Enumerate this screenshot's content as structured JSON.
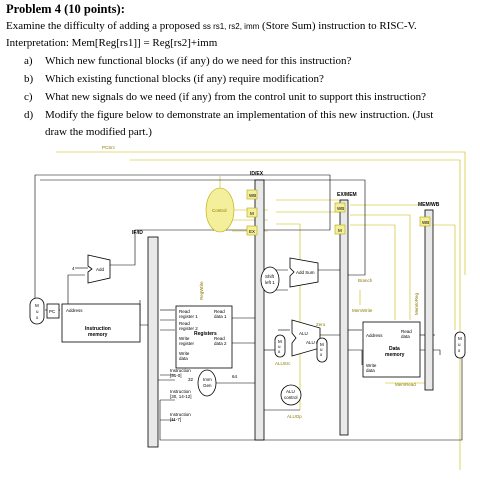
{
  "problem": {
    "title": "Problem 4 (10 points):",
    "intro_pre": "Examine the difficulty of adding a proposed",
    "intro_code": "ss rs1, rs2, imm",
    "intro_post": "(Store Sum) instruction to RISC-V.",
    "interpretation": "Interpretation: Mem[Reg[rs1]] = Reg[rs2]+imm",
    "questions": [
      {
        "marker": "a)",
        "text": "Which new functional blocks (if any) do we need for this instruction?"
      },
      {
        "marker": "b)",
        "text": "Which existing functional blocks (if any) require modification?"
      },
      {
        "marker": "c)",
        "text": "What new signals do we need (if any) from the control unit to support this instruction?"
      },
      {
        "marker": "d)",
        "text": "Modify the figure below to demonstrate an implementation of this new instruction. (Just"
      }
    ],
    "question_d_cont": "draw the modified part.)"
  },
  "diagram": {
    "pipeline_labels": {
      "if_id": "IF/ID",
      "id_ex": "ID/EX",
      "ex_mem": "EX/MEM",
      "mem_wb": "MEM/WB"
    },
    "signal_labels": {
      "pcsrc": "PCSrc",
      "control": "Control",
      "wb": "WB",
      "m": "M",
      "ex": "EX",
      "branch": "Branch",
      "memwrite": "MemWrite",
      "memread": "MemRead",
      "memtoreg": "MemtoReg",
      "regwrite": "RegWrite",
      "alusrc": "ALUSrc",
      "aluop": "ALUOp",
      "zero": "Zero"
    },
    "blocks": {
      "pc": "PC",
      "add": "Add",
      "four": "4",
      "address": "Address",
      "instruction_memory": [
        "Instruction",
        "memory"
      ],
      "read_register_1": [
        "Read",
        "register 1"
      ],
      "read_register_2": [
        "Read",
        "register 2"
      ],
      "write_register": [
        "Write",
        "register"
      ],
      "write_data": [
        "Write",
        "data"
      ],
      "read_data_1": [
        "Read",
        "data 1"
      ],
      "read_data_2": [
        "Read",
        "data 2"
      ],
      "registers": "Registers",
      "imm_gen": [
        "Imm",
        "Gen"
      ],
      "shift_left_1": [
        "Shift",
        "left 1"
      ],
      "add_sum": "Add Sum",
      "alu": "ALU",
      "alu_result": "ALU result",
      "alu_control": [
        "ALU",
        "control"
      ],
      "data_memory": [
        "Data",
        "memory"
      ],
      "dm_address": "Address",
      "dm_read_data": [
        "Read",
        "data"
      ],
      "dm_write_data": [
        "Write",
        "data"
      ],
      "mux": [
        "M",
        "u",
        "x"
      ],
      "instr_field_1": [
        "Instruction",
        "[31-0]"
      ],
      "instr_field_2": [
        "Instruction",
        "[30, 14-12]"
      ],
      "instr_field_3": [
        "Instruction",
        "[11-7]"
      ],
      "bit_32": "32",
      "bit_64": "64"
    }
  }
}
